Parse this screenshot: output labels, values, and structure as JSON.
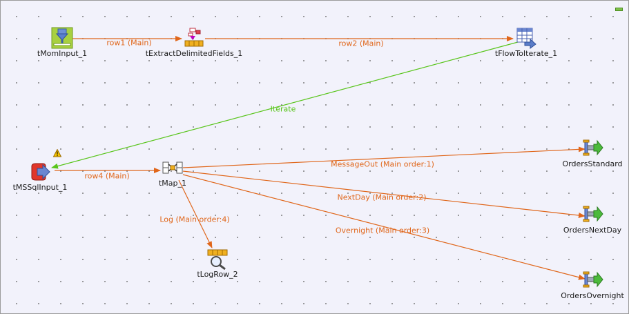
{
  "canvas": {
    "background": "#f2f2fb"
  },
  "colors": {
    "main_link": "#e0661a",
    "iterate_link": "#58c51a"
  },
  "components": {
    "mom_input": {
      "name": "tMomInput_1",
      "icon": "message-queue-input-icon"
    },
    "extract_fields": {
      "name": "tExtractDelimitedFields_1",
      "icon": "extract-fields-icon"
    },
    "flow_to_iterate": {
      "name": "tFlowToIterate_1",
      "icon": "table-iterate-icon"
    },
    "mssql_input": {
      "name": "tMSSqlInput_1",
      "icon": "database-input-icon",
      "warning": true
    },
    "tmap": {
      "name": "tMap_1",
      "icon": "mapping-icon"
    },
    "log_row": {
      "name": "tLogRow_2",
      "icon": "log-magnifier-icon"
    },
    "orders_standard": {
      "name": "OrdersStandard",
      "icon": "pipe-output-icon"
    },
    "orders_next_day": {
      "name": "OrdersNextDay",
      "icon": "pipe-output-icon"
    },
    "orders_overnight": {
      "name": "OrdersOvernight",
      "icon": "pipe-output-icon"
    }
  },
  "links": {
    "row1": "row1 (Main)",
    "row2": "row2 (Main)",
    "iterate": "Iterate",
    "row4": "row4 (Main)",
    "message_out": "MessageOut (Main order:1)",
    "next_day": "NextDay (Main order:2)",
    "overnight": "Overnight (Main order:3)",
    "log": "Log (Main order:4)"
  }
}
